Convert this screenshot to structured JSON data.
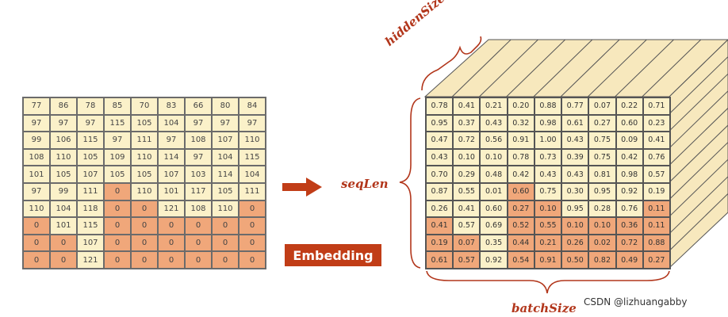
{
  "left_grid": {
    "rows": [
      [
        "77",
        "86",
        "78",
        "85",
        "70",
        "83",
        "66",
        "80",
        "84"
      ],
      [
        "97",
        "97",
        "97",
        "115",
        "105",
        "104",
        "97",
        "97",
        "97"
      ],
      [
        "99",
        "106",
        "115",
        "97",
        "111",
        "97",
        "108",
        "107",
        "110"
      ],
      [
        "108",
        "110",
        "105",
        "109",
        "110",
        "114",
        "97",
        "104",
        "115"
      ],
      [
        "101",
        "105",
        "107",
        "105",
        "105",
        "107",
        "103",
        "114",
        "104"
      ],
      [
        "97",
        "99",
        "111",
        "0",
        "110",
        "101",
        "117",
        "105",
        "111"
      ],
      [
        "110",
        "104",
        "118",
        "0",
        "0",
        "121",
        "108",
        "110",
        "0"
      ],
      [
        "0",
        "101",
        "115",
        "0",
        "0",
        "0",
        "0",
        "0",
        "0"
      ],
      [
        "0",
        "0",
        "107",
        "0",
        "0",
        "0",
        "0",
        "0",
        "0"
      ],
      [
        "0",
        "0",
        "121",
        "0",
        "0",
        "0",
        "0",
        "0",
        "0"
      ]
    ]
  },
  "embedding_label": "Embedding",
  "axis_labels": {
    "hidden": "hiddenSize",
    "seq": "seqLen",
    "batch": "batchSize"
  },
  "cube_front": {
    "rows": [
      [
        "0.78",
        "0.41",
        "0.21",
        "0.20",
        "0.88",
        "0.77",
        "0.07",
        "0.22",
        "0.71"
      ],
      [
        "0.95",
        "0.37",
        "0.43",
        "0.32",
        "0.98",
        "0.61",
        "0.27",
        "0.60",
        "0.23"
      ],
      [
        "0.47",
        "0.72",
        "0.56",
        "0.91",
        "1.00",
        "0.43",
        "0.75",
        "0.09",
        "0.41"
      ],
      [
        "0.43",
        "0.10",
        "0.10",
        "0.78",
        "0.73",
        "0.39",
        "0.75",
        "0.42",
        "0.76"
      ],
      [
        "0.70",
        "0.29",
        "0.48",
        "0.42",
        "0.43",
        "0.43",
        "0.81",
        "0.98",
        "0.57"
      ],
      [
        "0.87",
        "0.55",
        "0.01",
        "0.60",
        "0.75",
        "0.30",
        "0.95",
        "0.92",
        "0.19"
      ],
      [
        "0.26",
        "0.41",
        "0.60",
        "0.27",
        "0.10",
        "0.95",
        "0.28",
        "0.76",
        "0.11"
      ],
      [
        "0.41",
        "0.57",
        "0.69",
        "0.52",
        "0.55",
        "0.10",
        "0.10",
        "0.36",
        "0.11"
      ],
      [
        "0.19",
        "0.07",
        "0.35",
        "0.44",
        "0.21",
        "0.26",
        "0.02",
        "0.72",
        "0.88"
      ],
      [
        "0.61",
        "0.57",
        "0.92",
        "0.54",
        "0.91",
        "0.50",
        "0.82",
        "0.49",
        "0.27"
      ]
    ]
  },
  "watermark": "CSDN @lizhuangabby",
  "colors": {
    "token_cell": "#fbf1c9",
    "pad_cell": "#f0a77a",
    "accent": "#c13d17",
    "label": "#b2361b"
  }
}
